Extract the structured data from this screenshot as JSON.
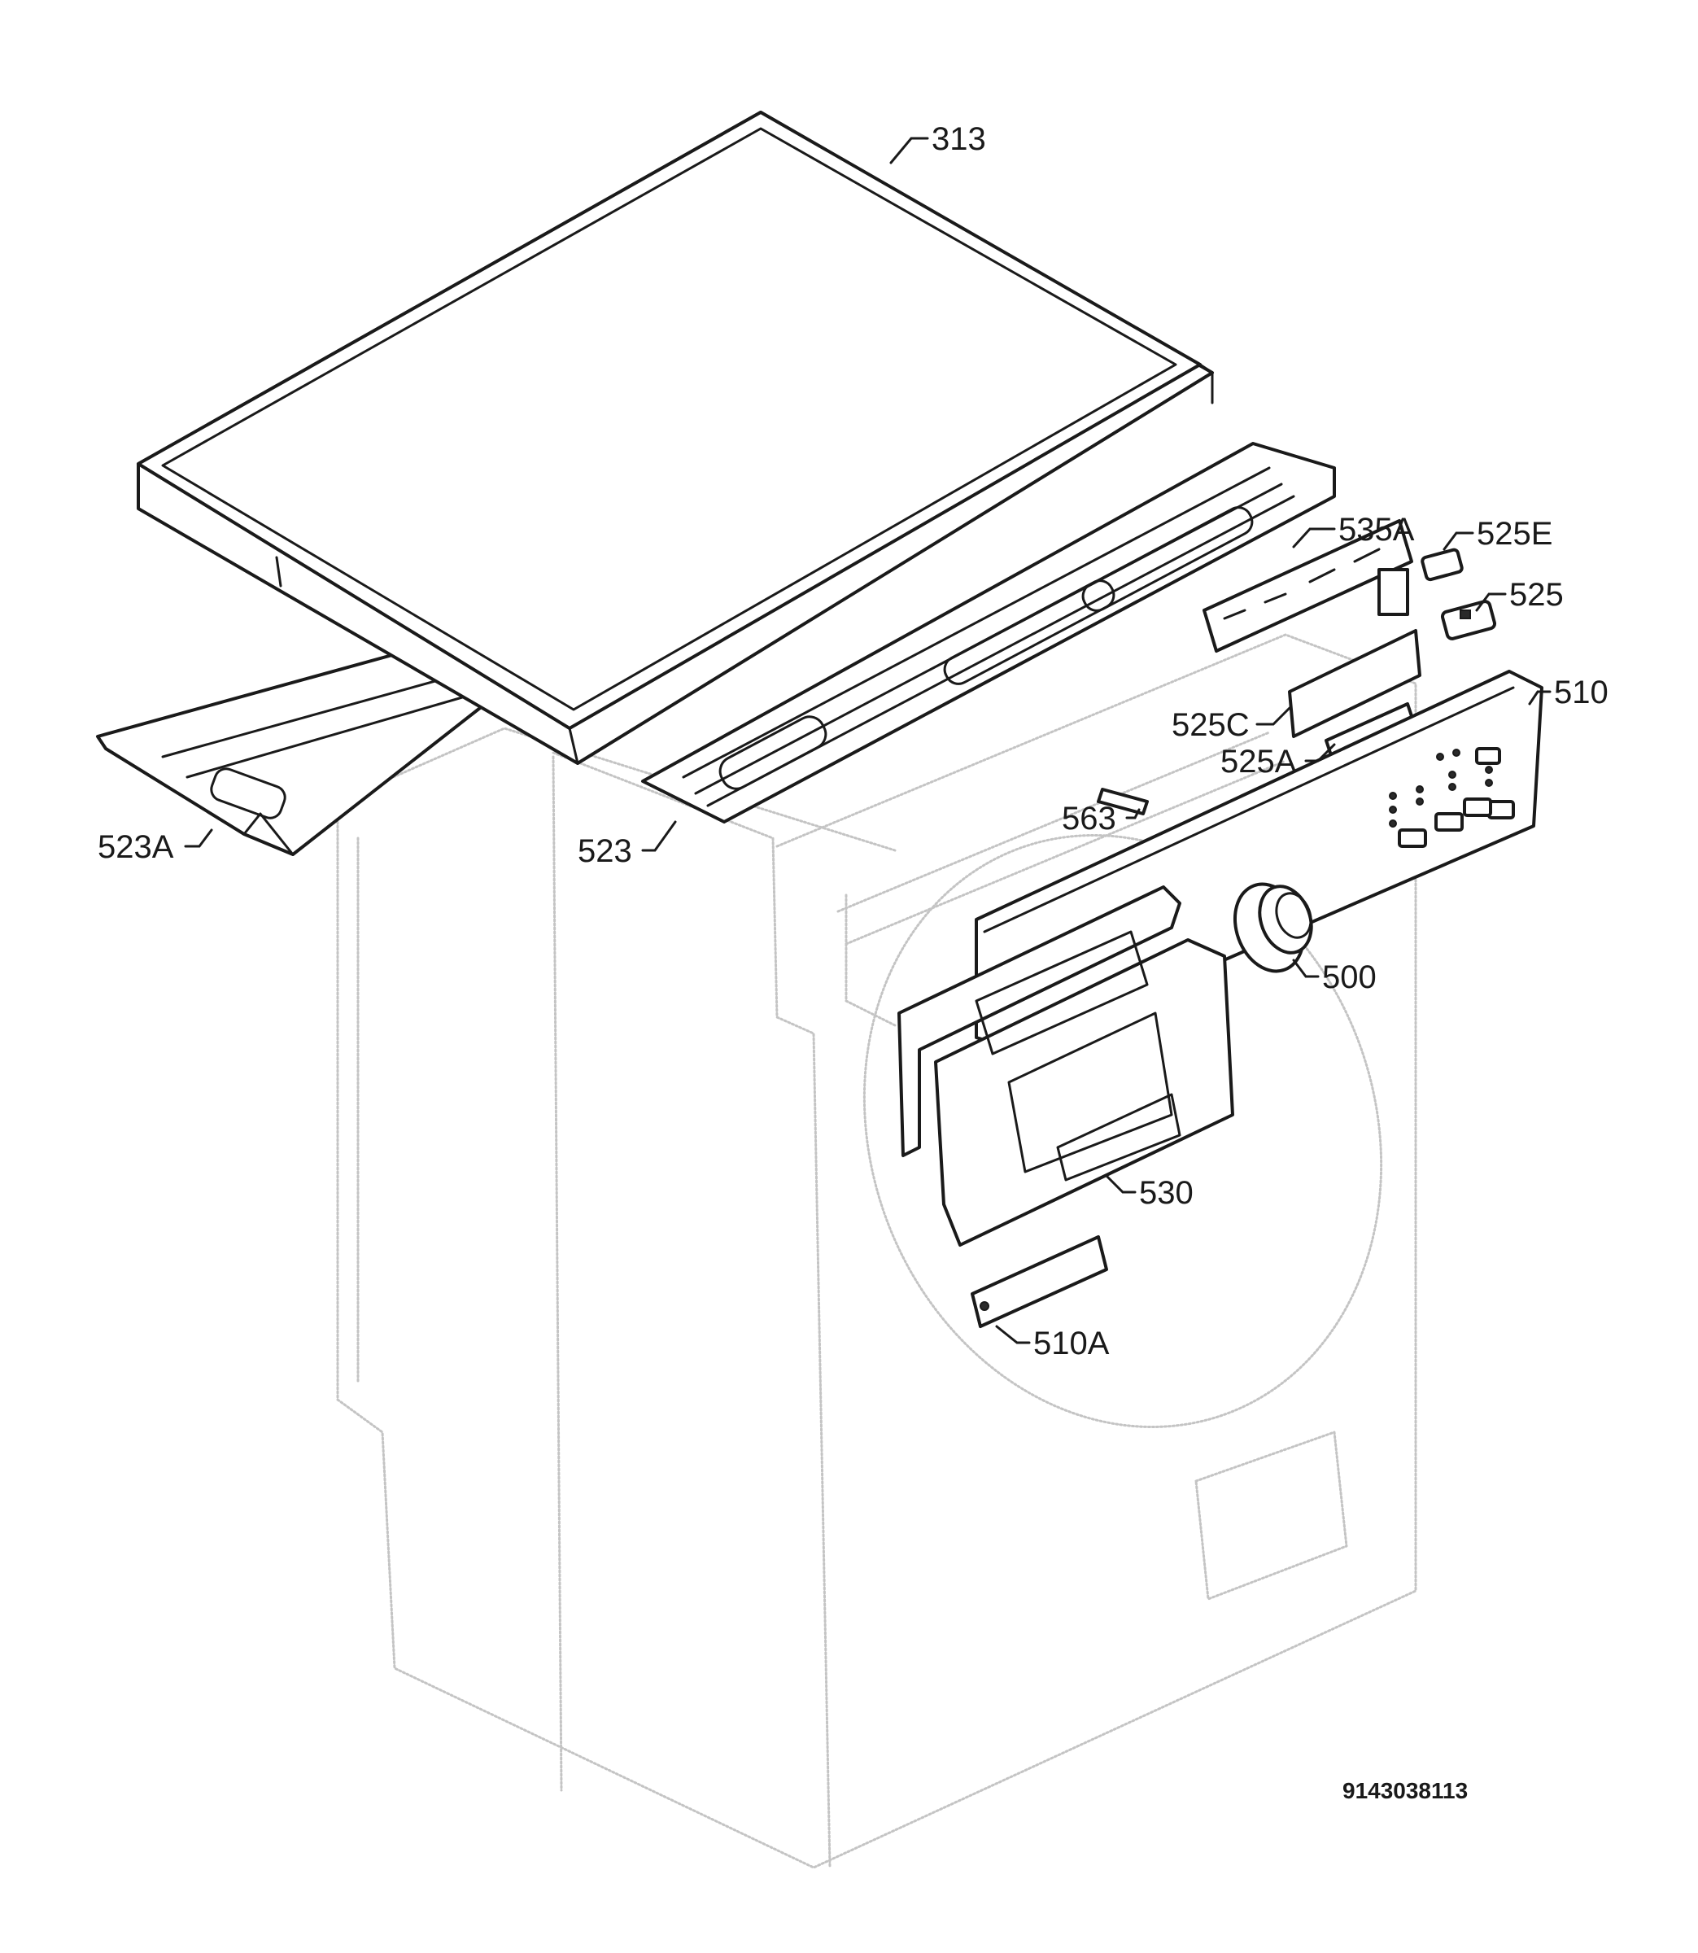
{
  "callouts": {
    "p313": "313",
    "p535A": "535A",
    "p525E": "525E",
    "p525": "525",
    "p510": "510",
    "p525C": "525C",
    "p525A": "525A",
    "p563": "563",
    "p523A": "523A",
    "p523": "523",
    "p500": "500",
    "p530": "530",
    "p510A": "510A"
  },
  "drawing_number": "9143038113",
  "colors": {
    "line": "#1a1a1a",
    "ghost_outline": "#c4c4c4",
    "background": "#ffffff"
  }
}
